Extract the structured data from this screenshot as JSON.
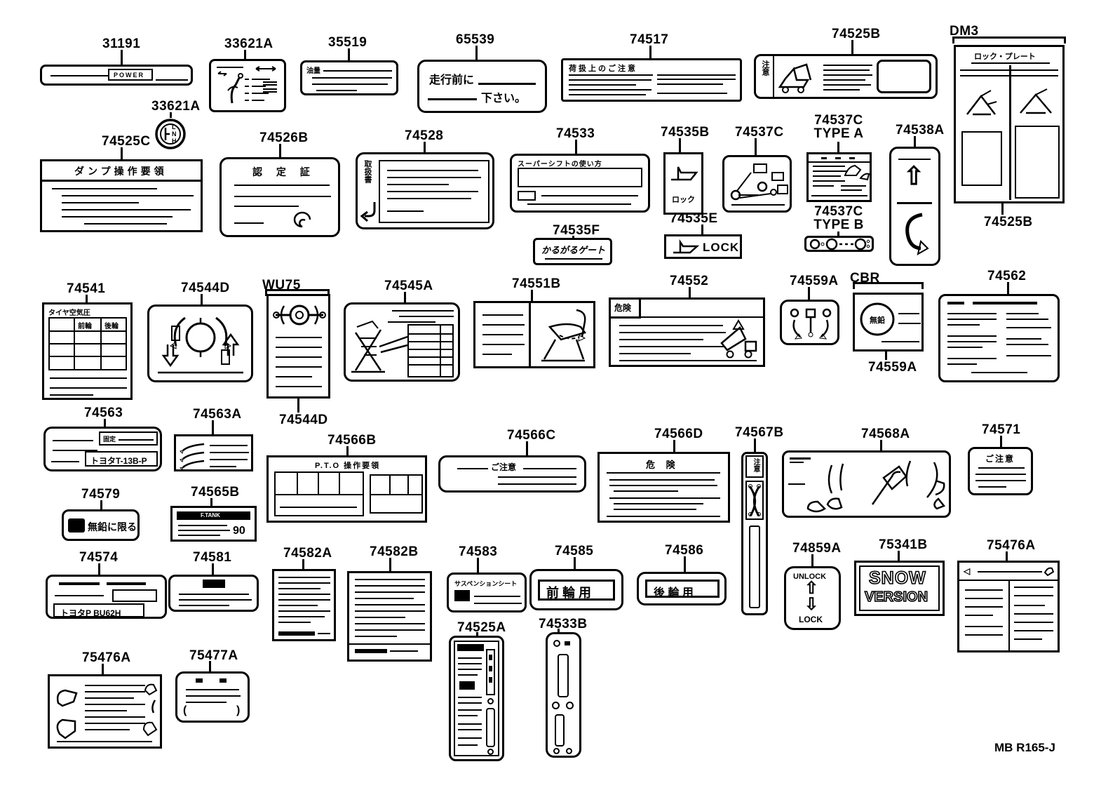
{
  "footer": {
    "code": "MB R165-J"
  },
  "c": {
    "n31191": "31191",
    "n33621a": "33621A",
    "n35519": "35519",
    "n65539": "65539",
    "n74517": "74517",
    "n74525b": "74525B",
    "dm3": "DM3",
    "n74525c": "74525C",
    "n74526b": "74526B",
    "n74528": "74528",
    "n74533": "74533",
    "n74535b": "74535B",
    "n74537c": "74537C",
    "typea": "TYPE A",
    "typeb": "TYPE B",
    "n74538a": "74538A",
    "n74535e": "74535E",
    "n74535f": "74535F",
    "n74541": "74541",
    "n74544d": "74544D",
    "wu75": "WU75",
    "n74545a": "74545A",
    "n74551b": "74551B",
    "n74552": "74552",
    "n74559a": "74559A",
    "cbr": "CBR",
    "n74562": "74562",
    "n74563": "74563",
    "n74563a": "74563A",
    "n74566b": "74566B",
    "n74566c": "74566C",
    "n74566d": "74566D",
    "n74567b": "74567B",
    "n74568a": "74568A",
    "n74571": "74571",
    "n74579": "74579",
    "n74565b": "74565B",
    "n74574": "74574",
    "n74581": "74581",
    "n74582a": "74582A",
    "n74582b": "74582B",
    "n74583": "74583",
    "n74585": "74585",
    "n74586": "74586",
    "n74859a": "74859A",
    "n75341b": "75341B",
    "n75476a": "75476A",
    "n75477a": "75477A",
    "n74525a": "74525A",
    "n74533b": "74533B"
  },
  "t": {
    "power": "POWER",
    "lnh_l": "L",
    "lnh_n": "N",
    "lnh_h": "H",
    "oil": "油量",
    "mae1": "走行前に",
    "mae2": "下さい。",
    "niatsukai": "荷扱上のご注意",
    "chui": "注意",
    "dm3_title": "ロック・プレート",
    "dump_h": "ダンプ操作要領",
    "nintei": "認 定 証",
    "toriatsukai": "取扱書",
    "supershift": "スーパーシフトの使い方",
    "lock_kana": "ロック",
    "lock_en": "LOCK",
    "karugaru": "かるがるゲート",
    "tire_h": "タイヤ空気圧",
    "front": "前輪",
    "rear": "後輪",
    "kiken": "危険",
    "muen": "無鉛",
    "kotei": "固定",
    "t13bp": "トヨタT-13B-P",
    "pto": "P.T.O 操作要領",
    "gochui": "ご注意",
    "kiken_sp": "危 険",
    "muen_kagiru": "無鉛に限る",
    "ftank": "F.TANK",
    "v90": "90",
    "bu62h": "トヨタP BU62H",
    "suspension": "サスペンションシート",
    "zenrin": "前 輪 用",
    "korin": "後 輪 用",
    "unlock": "UNLOCK",
    "snow": "SNOW",
    "version": "VERSION"
  }
}
